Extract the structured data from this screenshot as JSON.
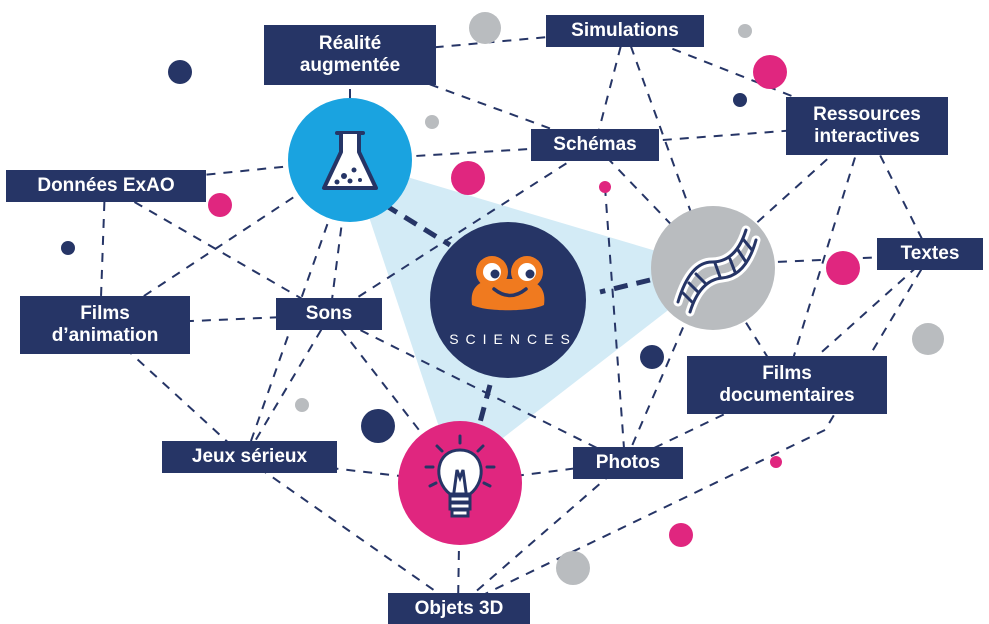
{
  "labels": {
    "realite": "Réalité\naugmentée",
    "simulations": "Simulations",
    "ressources": "Ressources\ninteractives",
    "schemas": "Schémas",
    "donnees": "Données ExAO",
    "textes": "Textes",
    "films_animation": "Films\nd’animation",
    "sons": "Sons",
    "films_documentaires": "Films\ndocumentaires",
    "jeux": "Jeux sérieux",
    "photos": "Photos",
    "objets": "Objets 3D"
  },
  "center": {
    "brand": "SCIENCES"
  },
  "hubs": {
    "flask": "flask-icon",
    "dna": "dna-icon",
    "bulb": "lightbulb-icon"
  },
  "colors": {
    "navy": "#263566",
    "blue": "#1aa3e0",
    "pink": "#e0267f",
    "grey": "#b9bcbf",
    "orange": "#f07a1f",
    "triangle": "#cfe9f5"
  }
}
